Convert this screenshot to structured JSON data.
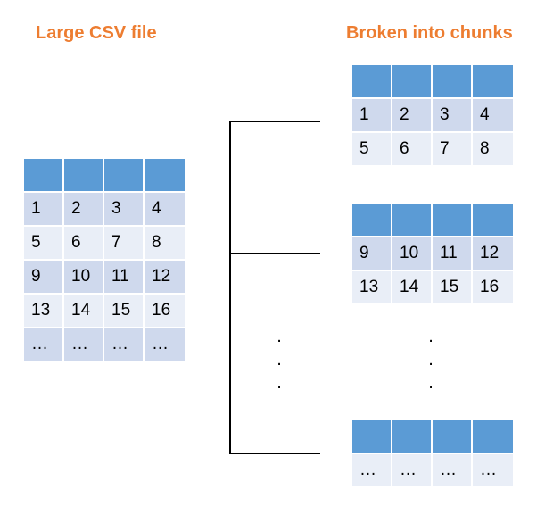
{
  "titles": {
    "left": "Large CSV file",
    "right": "Broken into chunks"
  },
  "colors": {
    "title": "#ed7d31",
    "header": "#5b9bd5",
    "row_dark": "#cfd9ed",
    "row_light": "#e9eef7"
  },
  "csv_table": {
    "rows": [
      [
        "1",
        "2",
        "3",
        "4"
      ],
      [
        "5",
        "6",
        "7",
        "8"
      ],
      [
        "9",
        "10",
        "11",
        "12"
      ],
      [
        "13",
        "14",
        "15",
        "16"
      ],
      [
        "…",
        "…",
        "…",
        "…"
      ]
    ]
  },
  "chunks": [
    {
      "rows": [
        [
          "1",
          "2",
          "3",
          "4"
        ],
        [
          "5",
          "6",
          "7",
          "8"
        ]
      ]
    },
    {
      "rows": [
        [
          "9",
          "10",
          "11",
          "12"
        ],
        [
          "13",
          "14",
          "15",
          "16"
        ]
      ]
    },
    {
      "rows": [
        [
          "…",
          "…",
          "…",
          "…"
        ]
      ]
    }
  ],
  "ellipsis": ".\n.\n."
}
